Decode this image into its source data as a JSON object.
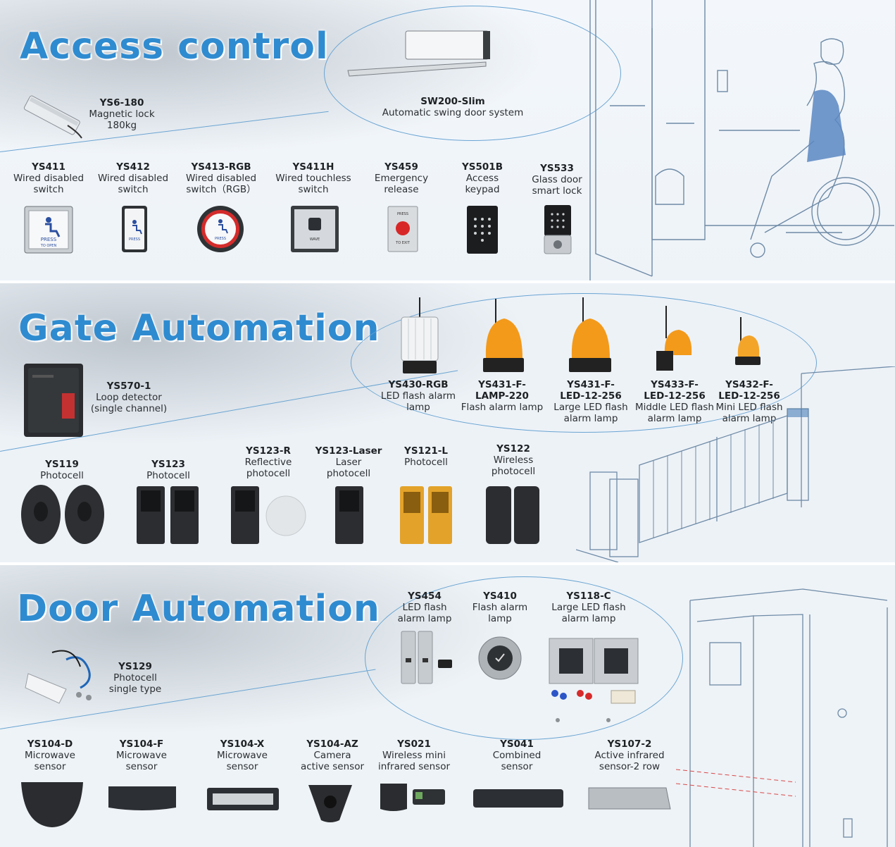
{
  "sections": {
    "access": {
      "title": "Access control",
      "featured": [
        {
          "model": "YS6-180",
          "lines": [
            "Magnetic lock",
            "180kg"
          ]
        },
        {
          "model": "SW200-Slim",
          "lines": [
            "Automatic swing door system"
          ]
        }
      ],
      "items": [
        {
          "model": "YS411",
          "lines": [
            "Wired disabled",
            "switch"
          ]
        },
        {
          "model": "YS412",
          "lines": [
            "Wired disabled",
            "switch"
          ]
        },
        {
          "model": "YS413-RGB",
          "lines": [
            "Wired disabled",
            "switch（RGB）"
          ]
        },
        {
          "model": "YS411H",
          "lines": [
            "Wired touchless",
            "switch"
          ]
        },
        {
          "model": "YS459",
          "lines": [
            "Emergency",
            "release"
          ]
        },
        {
          "model": "YS501B",
          "lines": [
            "Access",
            "keypad"
          ]
        },
        {
          "model": "YS533",
          "lines": [
            "Glass door",
            "smart lock"
          ]
        }
      ],
      "product_text": {
        "press": "PRESS",
        "to_open": "TO OPEN",
        "to_exit": "TO EXIT",
        "wave": "WAVE"
      }
    },
    "gate": {
      "title": "Gate Automation",
      "featured": [
        {
          "model": "YS570-1",
          "lines": [
            "Loop detector",
            "(single channel)"
          ]
        }
      ],
      "lamps": [
        {
          "model": "YS430-RGB",
          "lines": [
            "LED flash alarm",
            "lamp"
          ]
        },
        {
          "model": "YS431-F-",
          "model2": "LAMP-220",
          "lines": [
            "Flash alarm lamp"
          ]
        },
        {
          "model": "YS431-F-",
          "model2": "LED-12-256",
          "lines": [
            "Large LED flash",
            "alarm lamp"
          ]
        },
        {
          "model": "YS433-F-",
          "model2": "LED-12-256",
          "lines": [
            "Middle LED flash",
            "alarm lamp"
          ]
        },
        {
          "model": "YS432-F-",
          "model2": "LED-12-256",
          "lines": [
            "Mini LED flash",
            "alarm lamp"
          ]
        }
      ],
      "items": [
        {
          "model": "YS119",
          "lines": [
            "Photocell"
          ]
        },
        {
          "model": "YS123",
          "lines": [
            "Photocell"
          ]
        },
        {
          "model": "YS123-R",
          "lines": [
            "Reflective",
            "photocell"
          ]
        },
        {
          "model": "YS123-Laser",
          "lines": [
            "Laser",
            "photocell"
          ]
        },
        {
          "model": "YS121-L",
          "lines": [
            "Photocell"
          ]
        },
        {
          "model": "YS122",
          "lines": [
            "Wireless",
            "photocell"
          ]
        }
      ]
    },
    "door": {
      "title": "Door Automation",
      "featured": [
        {
          "model": "YS129",
          "lines": [
            "Photocell",
            "single type"
          ]
        }
      ],
      "lamps": [
        {
          "model": "YS454",
          "lines": [
            "LED flash",
            "alarm lamp"
          ]
        },
        {
          "model": "YS410",
          "lines": [
            "Flash alarm",
            "lamp"
          ]
        },
        {
          "model": "YS118-C",
          "lines": [
            "Large LED flash",
            "alarm lamp"
          ]
        }
      ],
      "items": [
        {
          "model": "YS104-D",
          "lines": [
            "Microwave",
            "sensor"
          ]
        },
        {
          "model": "YS104-F",
          "lines": [
            "Microwave",
            "sensor"
          ]
        },
        {
          "model": "YS104-X",
          "lines": [
            "Microwave",
            "sensor"
          ]
        },
        {
          "model": "YS104-AZ",
          "lines": [
            "Camera",
            "active sensor"
          ]
        },
        {
          "model": "YS021",
          "lines": [
            "Wireless mini",
            "infrared sensor"
          ]
        },
        {
          "model": "YS041",
          "lines": [
            "Combined",
            "sensor"
          ]
        },
        {
          "model": "YS107-2",
          "lines": [
            "Active infrared",
            "sensor-2 row"
          ]
        }
      ]
    }
  },
  "colors": {
    "heading": "#2f8bd0",
    "accent_line": "#6aa4d2",
    "background": "#eef3f8"
  }
}
